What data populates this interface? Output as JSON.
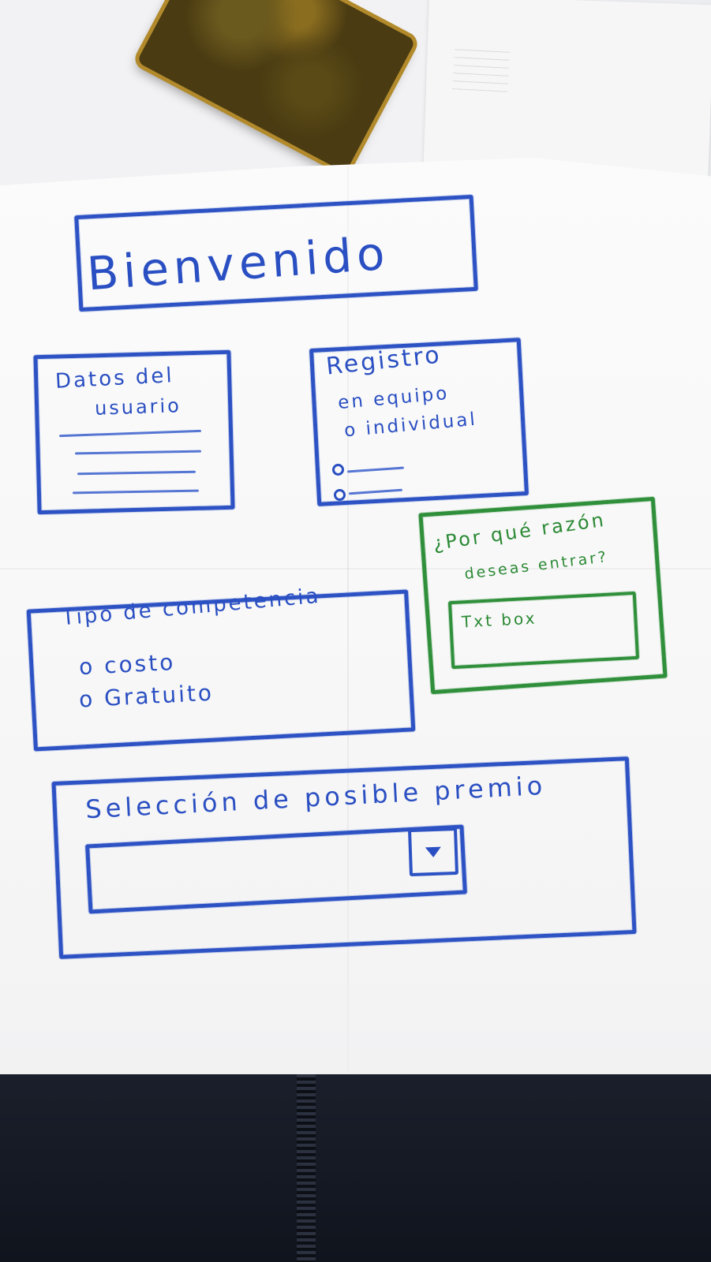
{
  "welcome": {
    "title": "Bienvenido"
  },
  "user_data": {
    "title_line1": "Datos del",
    "title_line2": "usuario"
  },
  "registration": {
    "title": "Registro",
    "option_team": "en equipo",
    "option_individual": "o individual"
  },
  "reason": {
    "question_line1": "¿Por qué razón",
    "question_line2": "deseas entrar?",
    "input_placeholder": "Txt box"
  },
  "competition": {
    "title": "Tipo de competencia",
    "options": [
      "o costo",
      "o Gratuito"
    ]
  },
  "prize": {
    "title": "Selección de posible premio"
  },
  "colors": {
    "blue_crayon": "#2a4fc2",
    "green_crayon": "#2c8a36",
    "paper": "#f8f8f8"
  }
}
